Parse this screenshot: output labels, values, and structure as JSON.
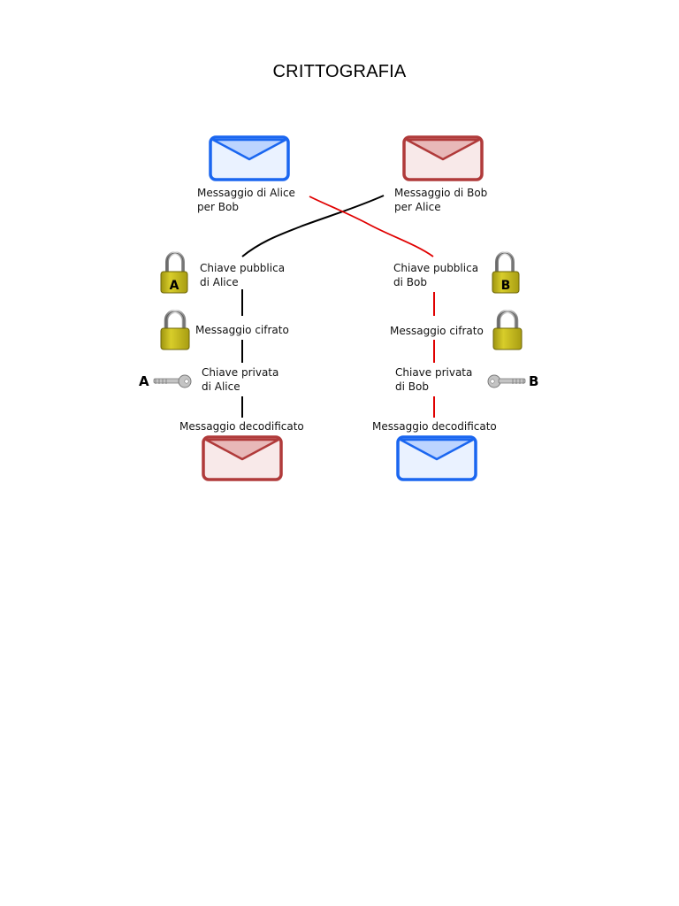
{
  "title": "CRITTOGRAFIA",
  "alice": {
    "message_line1": "Messaggio di Alice",
    "message_line2": "per Bob",
    "public_key_line1": "Chiave pubblica",
    "public_key_line2": "di Alice",
    "lock_letter": "A",
    "encrypted": "Messaggio cifrato",
    "private_key_line1": "Chiave privata",
    "private_key_line2": "di Alice",
    "key_letter": "A",
    "decoded": "Messaggio decodificato"
  },
  "bob": {
    "message_line1": "Messaggio di Bob",
    "message_line2": "per Alice",
    "public_key_line1": "Chiave pubblica",
    "public_key_line2": "di Bob",
    "lock_letter": "B",
    "encrypted": "Messaggio cifrato",
    "private_key_line1": "Chiave privata",
    "private_key_line2": "di Bob",
    "key_letter": "B",
    "decoded": "Messaggio decodificato"
  },
  "colors": {
    "alice_flow": "#000000",
    "bob_flow": "#e00000",
    "blue_envelope_stroke": "#1a66f0",
    "blue_envelope_fill": "#eaf2ff",
    "blue_envelope_flap": "#bcd4ff",
    "red_envelope_stroke": "#b03a3a",
    "red_envelope_fill": "#f8e9e9",
    "red_envelope_flap": "#e8b8b8",
    "lock_body": "#c8bd1a",
    "key_color": "#b8b8b8"
  },
  "icons": [
    "envelope-icon",
    "padlock-icon",
    "key-icon"
  ]
}
